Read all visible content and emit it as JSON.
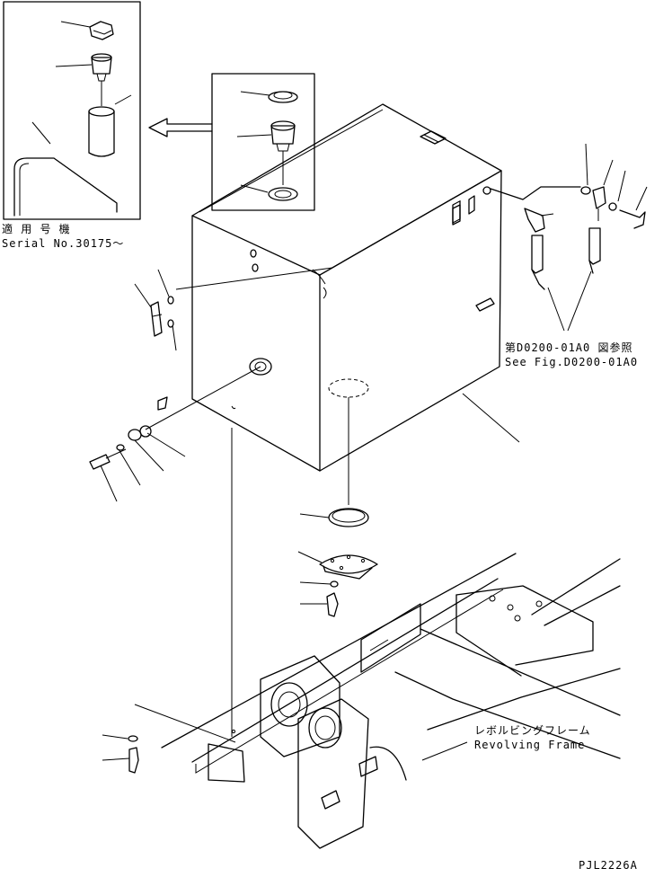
{
  "labels": {
    "applicable_jp": "適 用 号 機",
    "serial": "Serial No.30175～",
    "see_fig_jp": "第D0200-01A0 図参照",
    "see_fig_en": "See Fig.D0200-01A0",
    "frame_jp": "レボルビングフレーム",
    "frame_en": "Revolving Frame",
    "drawing_code": "PJL2226A"
  }
}
